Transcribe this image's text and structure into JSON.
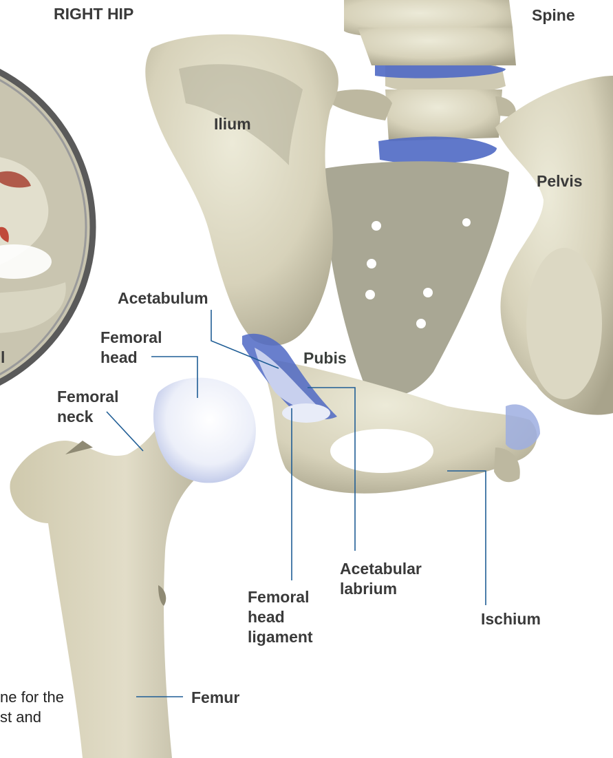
{
  "title": "RIGHT HIP",
  "labels": {
    "spine": "Spine",
    "ilium": "Ilium",
    "pelvis": "Pelvis",
    "acetabulum": "Acetabulum",
    "femoral_head": "Femoral\nhead",
    "femoral_neck": "Femoral\nneck",
    "pubis": "Pubis",
    "acetabular_labrium": "Acetabular\nlabrium",
    "femoral_head_ligament": "Femoral\nhead\nligament",
    "ischium": "Ischium",
    "femur": "Femur"
  },
  "cropped_text": {
    "inset_letter": "l",
    "caption": "ne for the\nst and"
  },
  "colors": {
    "bone": "#d9d4bd",
    "bone_shadow": "#a9a48e",
    "cartilage_blue": "#4f69c4",
    "cartilage_light": "#e8ecf8",
    "leader": "#1f5d95",
    "text": "#3a3a3a",
    "inset_ring": "#555555"
  }
}
